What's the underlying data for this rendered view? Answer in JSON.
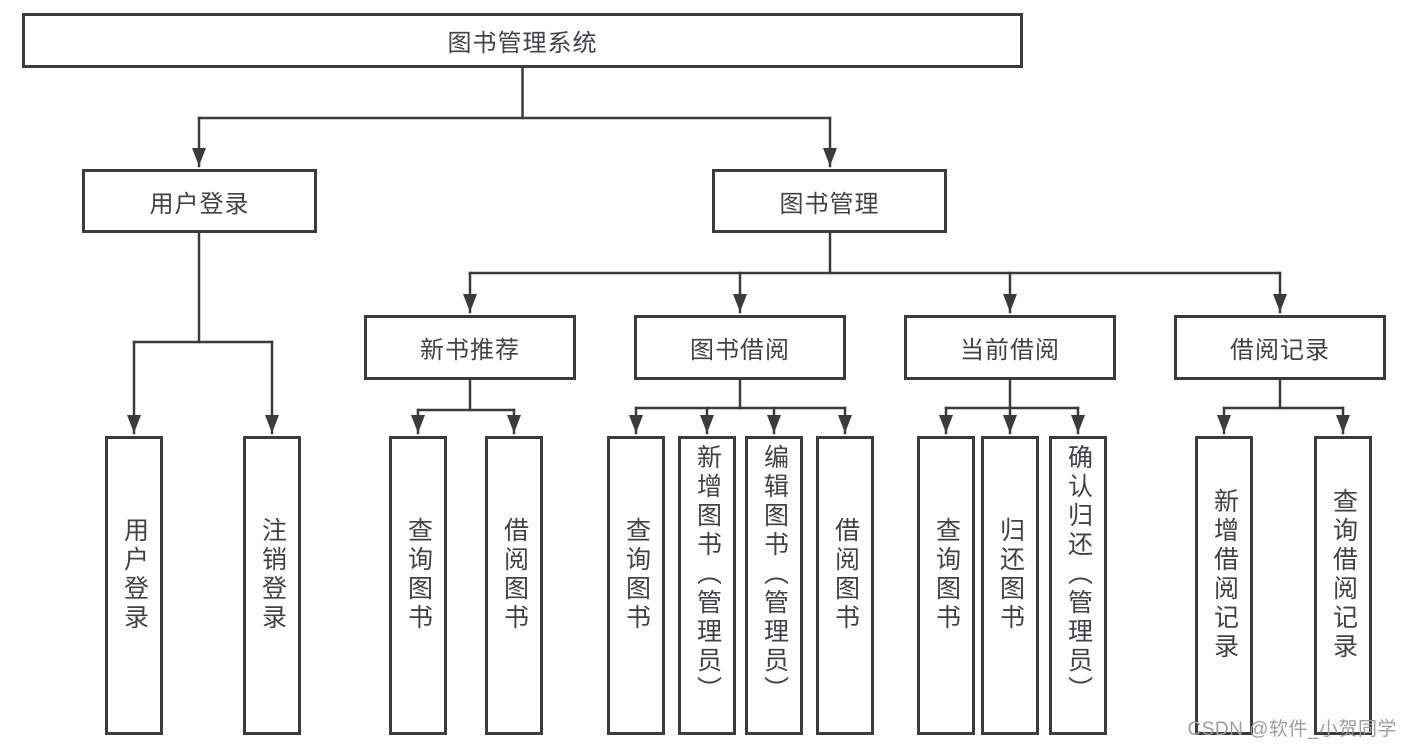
{
  "diagram": {
    "type": "hierarchy-tree",
    "tree": {
      "label": "图书管理系统",
      "children": [
        {
          "label": "用户登录",
          "children": [
            {
              "label": "用户登录"
            },
            {
              "label": "注销登录"
            }
          ]
        },
        {
          "label": "图书管理",
          "children": [
            {
              "label": "新书推荐",
              "children": [
                {
                  "label": "查询图书"
                },
                {
                  "label": "借阅图书"
                }
              ]
            },
            {
              "label": "图书借阅",
              "children": [
                {
                  "label": "查询图书"
                },
                {
                  "label": "新增图书（管理员）"
                },
                {
                  "label": "编辑图书（管理员）"
                },
                {
                  "label": "借阅图书"
                }
              ]
            },
            {
              "label": "当前借阅",
              "children": [
                {
                  "label": "查询图书"
                },
                {
                  "label": "归还图书"
                },
                {
                  "label": "确认归还（管理员）"
                }
              ]
            },
            {
              "label": "借阅记录",
              "children": [
                {
                  "label": "新增借阅记录"
                },
                {
                  "label": "查询借阅记录"
                }
              ]
            }
          ]
        }
      ]
    },
    "colors": {
      "line": "#3b3b3d",
      "text": "#424246",
      "box_fill": "#ffffff",
      "background": "#ffffff",
      "watermark": "#9d9d9f"
    }
  },
  "watermark": "CSDN @软件_小贺同学"
}
